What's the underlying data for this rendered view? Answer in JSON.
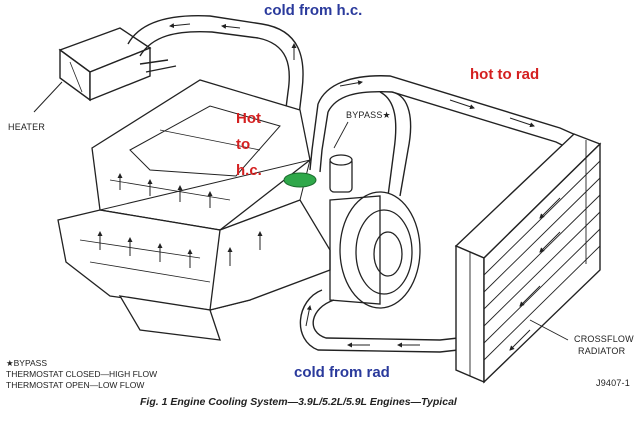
{
  "labels": {
    "heater": "HEATER",
    "bypass": "BYPASS★",
    "crossflow_radiator_line1": "CROSSFLOW",
    "crossflow_radiator_line2": "RADIATOR",
    "figure_id": "J9407-1"
  },
  "annotations": {
    "cold_from_hc": "cold from h.c.",
    "hot_to_rad": "hot to rad",
    "hot_to_hc_line1": "Hot",
    "hot_to_hc_line2": "to",
    "hot_to_hc_line3": "h.c.",
    "cold_from_rad": "cold from rad"
  },
  "legend": {
    "line1": "★BYPASS",
    "line2": "THERMOSTAT CLOSED—HIGH FLOW",
    "line3": "THERMOSTAT OPEN—LOW FLOW"
  },
  "caption": "Fig. 1 Engine Cooling System—3.9L/5.2L/5.9L Engines—Typical",
  "colors": {
    "ink": "#222222",
    "annotation_blue": "#2a3a9c",
    "annotation_red": "#d42020",
    "thermostat_marker": "#2fa84a"
  }
}
